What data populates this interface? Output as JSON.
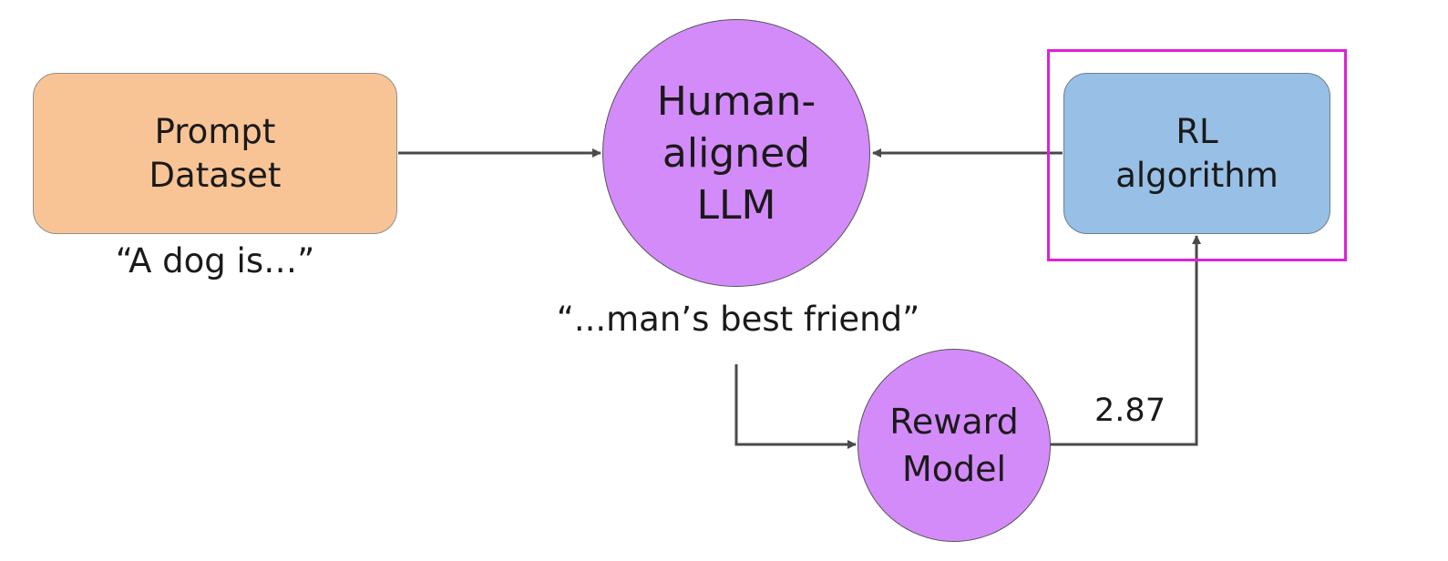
{
  "nodes": {
    "prompt_dataset": {
      "lines": [
        "Prompt",
        "Dataset"
      ]
    },
    "llm": {
      "lines": [
        "Human-",
        "aligned",
        "LLM"
      ]
    },
    "rl_algorithm": {
      "lines": [
        "RL",
        "algorithm"
      ]
    },
    "reward_model": {
      "lines": [
        "Reward",
        "Model"
      ]
    }
  },
  "captions": {
    "prompt_example": "“A dog is…”",
    "completion_example": "“...man’s best friend”",
    "reward_score": "2.87"
  },
  "colors": {
    "prompt_fill": "#f8c496",
    "llm_fill": "#d48bfa",
    "rl_fill": "#98bfe5",
    "reward_fill": "#d48bfa",
    "highlight_border": "#e020d8",
    "arrow": "#4a4a4a"
  }
}
